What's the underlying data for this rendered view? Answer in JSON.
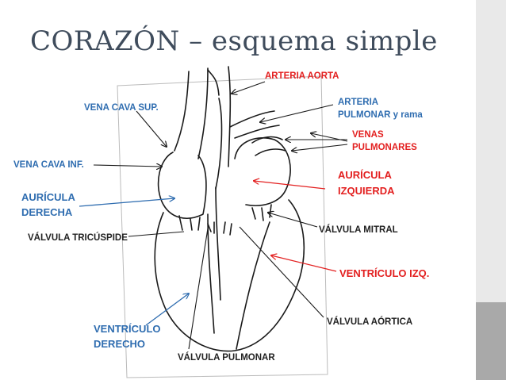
{
  "title": "CORAZÓN – esquema simple",
  "labels": {
    "arteria_aorta": "ARTERIA AORTA",
    "vena_cava_sup": "VENA CAVA SUP.",
    "arteria_pulmonar_1": "ARTERIA",
    "arteria_pulmonar_2": "PULMONAR y rama",
    "venas_pulmonares_1": "VENAS",
    "venas_pulmonares_2": "PULMONARES",
    "vena_cava_inf": "VENA CAVA INF.",
    "auricula_izquierda_1": "AURÍCULA",
    "auricula_izquierda_2": "IZQUIERDA",
    "auricula_derecha_1": "AURÍCULA",
    "auricula_derecha_2": "DERECHA",
    "valvula_mitral": "VÁLVULA MITRAL",
    "valvula_tricuspide": "VÁLVULA TRICÚSPIDE",
    "ventriculo_izq": "VENTRÍCULO IZQ.",
    "valvula_aortica": "VÁLVULA AÓRTICA",
    "ventriculo_derecho_1": "VENTRÍCULO",
    "ventriculo_derecho_2": "DERECHO",
    "valvula_pulmonar": "VÁLVULA PULMONAR"
  },
  "colors": {
    "title": "#3f4c5c",
    "red_label": "#e32020",
    "blue_label": "#2f6db0",
    "dark_label": "#222222",
    "drawing": "#1a1a1a"
  }
}
